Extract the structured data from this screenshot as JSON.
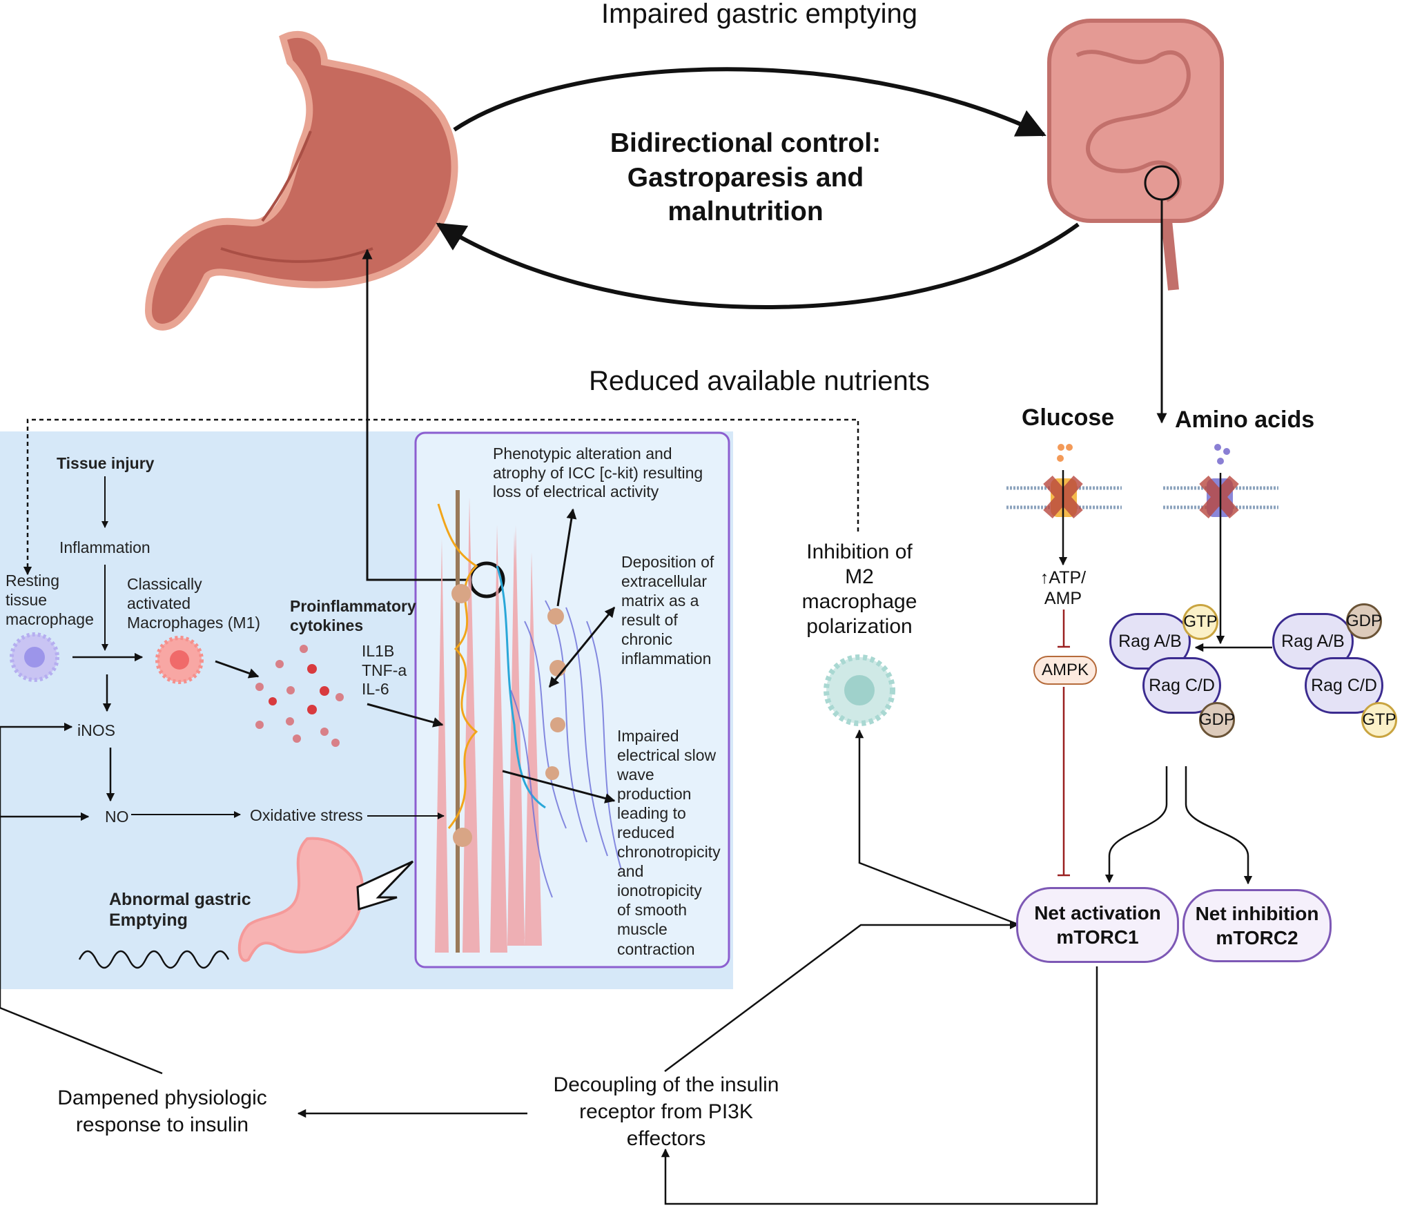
{
  "top": {
    "impaired_emptying": "Impaired gastric emptying",
    "bidirectional": "Bidirectional control:\nGastroparesis and\nmalnutrition",
    "reduced_nutrients": "Reduced available nutrients"
  },
  "inflammation_panel": {
    "tissue_injury": "Tissue injury",
    "inflammation": "Inflammation",
    "resting_macrophage": "Resting\ntissue\nmacrophage",
    "m1_macrophage": "Classically\nactivated\nMacrophages (M1)",
    "cytokines_title": "Proinflammatory\ncytokines",
    "cytokines_list": "IL1B\nTNF-a\nIL-6",
    "inos": "iNOS",
    "no": "NO",
    "oxidative_stress": "Oxidative stress",
    "abnormal_emptying": "Abnormal gastric\nEmptying"
  },
  "tissue_box": {
    "icc_note": "Phenotypic alteration and\natrophy  of ICC [c-kit) resulting\nloss of electrical activity",
    "ecm_note": "Deposition of\nextracellular\nmatrix as a\nresult of\nchronic\ninflammation",
    "slow_wave_note": "Impaired\nelectrical slow\nwave\nproduction\nleading to\nreduced\nchronotropicity\nand\nionotropicity\nof smooth\nmuscle\ncontraction"
  },
  "m2": {
    "label": "Inhibition of\nM2\nmacrophage\npolarization"
  },
  "nutrient_sensing": {
    "glucose": "Glucose",
    "amino_acids": "Amino acids",
    "atp_amp": "↑ATP/\nAMP",
    "ampk": "AMPK",
    "rag_ab": "Rag A/B",
    "rag_cd": "Rag C/D",
    "gtp": "GTP",
    "gdp": "GDP",
    "mtorc1": "Net activation\nmTORC1",
    "mtorc2": "Net inhibition\nmTORC2"
  },
  "insulin": {
    "decoupling": "Decoupling of the insulin\nreceptor from PI3K\neffectors",
    "dampened": "Dampened physiologic\nresponse to insulin"
  },
  "colors": {
    "panel_bg": "#d6e8f8",
    "tissue_box_border": "#8c5fd0",
    "stomach": "#c66a5e",
    "intestine": "#e49a94",
    "inhibit_red": "#9a2020",
    "rag_fill": "#e4e2f6",
    "gtp_fill": "#fbf1c8",
    "gdp_fill": "#ddcbbb"
  }
}
